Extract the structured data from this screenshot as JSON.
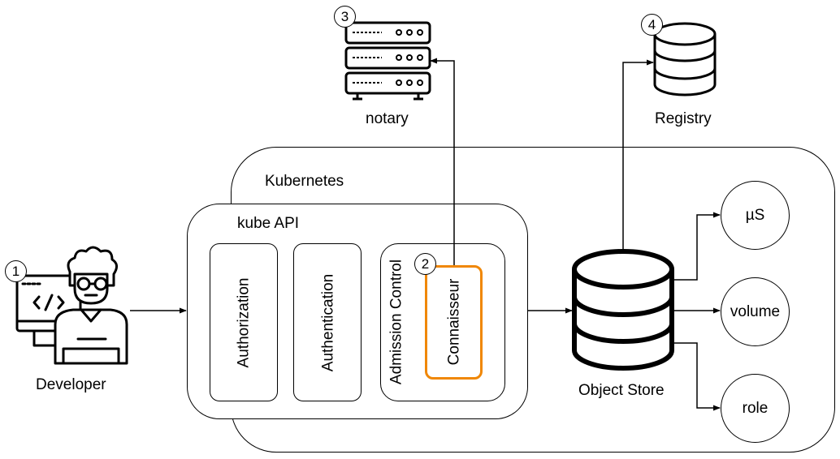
{
  "nodes": {
    "developer": {
      "label": "Developer",
      "step": "1"
    },
    "notary": {
      "label": "notary",
      "step": "3"
    },
    "registry": {
      "label": "Registry",
      "step": "4"
    },
    "kubernetes": {
      "label": "Kubernetes"
    },
    "kube_api": {
      "label": "kube API"
    },
    "authorization": {
      "label": "Authorization"
    },
    "authentication": {
      "label": "Authentication"
    },
    "admission_control": {
      "label": "Admission Control"
    },
    "connaisseur": {
      "label": "Connaisseur",
      "step": "2"
    },
    "object_store": {
      "label": "Object Store"
    },
    "us": {
      "label": "µS"
    },
    "volume": {
      "label": "volume"
    },
    "role": {
      "label": "role"
    }
  },
  "colors": {
    "stroke": "#000000",
    "accent": "#F08705"
  },
  "edges": [
    {
      "from": "developer",
      "to": "kube_api"
    },
    {
      "from": "connaisseur",
      "to": "notary"
    },
    {
      "from": "kube_api",
      "to": "object_store"
    },
    {
      "from": "object_store",
      "to": "registry"
    },
    {
      "from": "object_store",
      "to": "us"
    },
    {
      "from": "object_store",
      "to": "volume"
    },
    {
      "from": "object_store",
      "to": "role"
    }
  ]
}
